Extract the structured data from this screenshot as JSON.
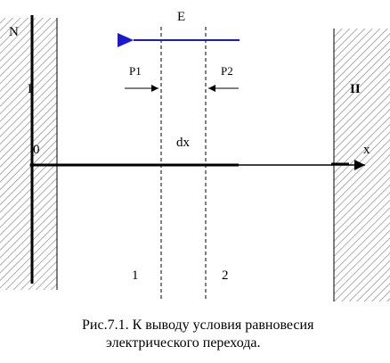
{
  "labels": {
    "field": "E",
    "axis_vertical": "N",
    "axis_horizontal": "x",
    "origin": "0",
    "region_left": "I",
    "region_right": "II",
    "pressure_left": "P1",
    "pressure_right": "P2",
    "slice_width": "dx",
    "boundary_1": "1",
    "boundary_2": "2"
  },
  "caption": {
    "line1": "Рис.7.1. К выводу условия равновесия",
    "line2": "электрического перехода."
  },
  "colors": {
    "field_arrow": "#1a1acc",
    "ink": "#000000",
    "hatch": "#8c8c8c"
  }
}
